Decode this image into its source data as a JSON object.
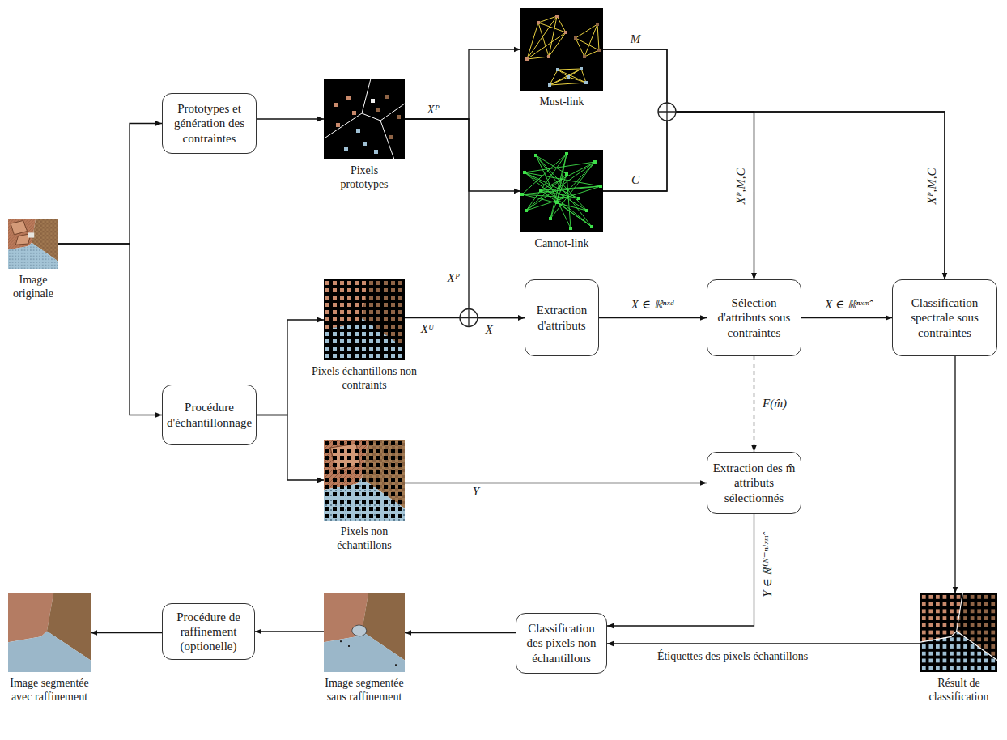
{
  "diagram": {
    "nodes": [
      {
        "text": [
          "Image originale"
        ]
      },
      {
        "text": [
          "Prototypes et génération des contraintes"
        ]
      },
      {
        "text": [
          "Pixels prototypes"
        ]
      },
      {
        "text": [
          "Must-link"
        ]
      },
      {
        "text": [
          "Cannot-link"
        ]
      },
      {
        "text": [
          "Procédure d'échantillonnage"
        ]
      },
      {
        "text": [
          "Pixels échantillons non contraints"
        ]
      },
      {
        "text": [
          "Extraction d'attributs"
        ]
      },
      {
        "text": [
          "Sélection d'attributs sous contraintes"
        ]
      },
      {
        "text": [
          "Classification spectrale sous contraintes"
        ]
      },
      {
        "text": [
          "Pixels non échantillons"
        ]
      },
      {
        "text": [
          "Extraction des m̂ attributs sélectionnés"
        ]
      },
      {
        "text": [
          "Résult de classification"
        ]
      },
      {
        "text": [
          "Classification des pixels non échantillons"
        ]
      },
      {
        "text": [
          "Image segmentée sans raffinement"
        ]
      },
      {
        "text": [
          "Procédure de raffinement (optionelle)"
        ]
      },
      {
        "text": [
          "Image segmentée avec raffinement"
        ]
      }
    ],
    "edges": [
      {
        "from": 0,
        "to": 1,
        "arrow": "to"
      },
      {
        "from": 0,
        "to": 5,
        "arrow": "to"
      },
      {
        "from": 1,
        "to": 2,
        "arrow": "to"
      },
      {
        "from": 2,
        "to": 3,
        "label": "Xᴾ",
        "arrow": "to"
      },
      {
        "from": 2,
        "to": 4,
        "arrow": "to"
      },
      {
        "from": 2,
        "to": 7,
        "label": "Xᴾ",
        "arrow": "to"
      },
      {
        "from": 5,
        "to": 6,
        "arrow": "to"
      },
      {
        "from": 5,
        "to": 10,
        "arrow": "to"
      },
      {
        "from": 6,
        "to": 7,
        "label": "Xᵁ",
        "arrow": "to"
      },
      {
        "from": 3,
        "to": 8,
        "label": "M",
        "arrow": "to"
      },
      {
        "from": 3,
        "to": 9,
        "arrow": "to"
      },
      {
        "from": 4,
        "to": 8,
        "label": "C",
        "arrow": "to"
      },
      {
        "from": 4,
        "to": 9,
        "arrow": "to"
      },
      {
        "from": 7,
        "to": 8,
        "label": "X ∈ ℝⁿˣᵈ",
        "arrow": "to"
      },
      {
        "from": 8,
        "to": 9,
        "label": "X ∈ ℝⁿˣᵐ̂",
        "arrow": "to"
      },
      {
        "from": 8,
        "to": 11,
        "label": "F(m̂)",
        "arrow": "to"
      },
      {
        "from": 10,
        "to": 11,
        "label": "Y",
        "arrow": "to"
      },
      {
        "from": 9,
        "to": 12,
        "arrow": "to"
      },
      {
        "from": 11,
        "to": 13,
        "label": "Y ∈ ℝ⁽ᴺ⁻ⁿ⁾ˣᵐ̂",
        "arrow": "to"
      },
      {
        "from": 12,
        "to": 13,
        "label": "Étiquettes des pixels échantillons",
        "arrow": "to"
      },
      {
        "from": 13,
        "to": 14,
        "arrow": "to"
      },
      {
        "from": 14,
        "to": 15,
        "arrow": "to"
      },
      {
        "from": 15,
        "to": 16,
        "arrow": "to"
      }
    ],
    "labels": [
      "X",
      "Xᴾ,M,C",
      "Xᴾ,M,C"
    ]
  }
}
